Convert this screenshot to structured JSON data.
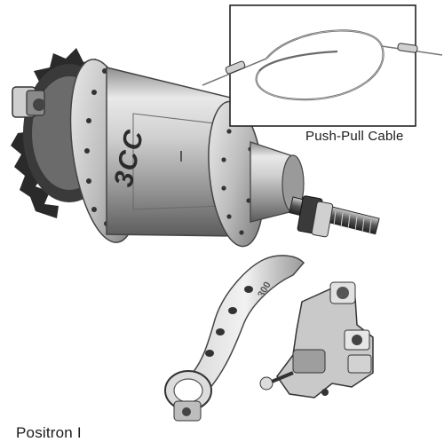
{
  "inset": {
    "caption": "Push-Pull Cable"
  },
  "bottom_caption": "Positron I",
  "hub_marking": "3CC",
  "colors": {
    "background": "#ffffff",
    "metal_light": "#e6e6e6",
    "metal_mid": "#a9a9a9",
    "metal_dark": "#4a4a4a",
    "ink": "#1a1a1a"
  }
}
